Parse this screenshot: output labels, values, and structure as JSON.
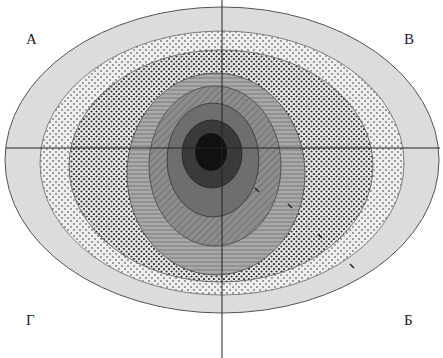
{
  "diagram": {
    "labels": [
      "А",
      "В",
      "Г",
      "Б"
    ]
  }
}
